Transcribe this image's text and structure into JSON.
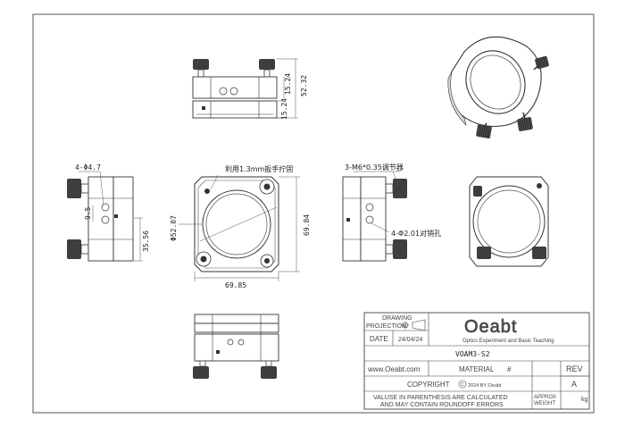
{
  "views": {
    "top": {
      "dims": [
        "15.24",
        "52.32",
        "15.24"
      ]
    },
    "side": {
      "dims": [
        "4-Φ4.7",
        "9.5",
        "35.56"
      ]
    },
    "front": {
      "dims": [
        "利用1.3mm扳手拧固",
        "Φ52.07",
        "69.84",
        "69.85"
      ]
    },
    "right": {
      "dims": [
        "3-M6*0.35调节器",
        "4-Φ2.01对销孔"
      ]
    }
  },
  "title_block": {
    "drawing_label": "DRAWING",
    "projection_label": "PROJECTION",
    "date_label": "DATE",
    "date_value": "24/04/24",
    "logo_text": "Oeabt",
    "logo_subtitle": "Optics Experiment and Basic Teaching",
    "part_number": "VOAM3-S2",
    "website": "www.Oeabt.com",
    "material_label": "MATERIAL",
    "material_value": "#",
    "rev_label": "REV",
    "rev_value": "A",
    "copyright_label": "COPYRIGHT",
    "copyright_symbol": "C",
    "copyright_value": "2024 BY Oeabt",
    "note_line1": "VALUSE IN PARENTHESIS ARE CALCULATED",
    "note_line2": "AND MAY CONTAIN ROUNDOFF ERRORS",
    "approx_label1": "APPROX",
    "approx_label2": "WEIGHT",
    "weight_unit": "kg"
  },
  "colors": {
    "line": "#333333",
    "knob": "#2b2b2b",
    "body_fill": "#ffffff",
    "iso_shade": "#d8d8d8"
  }
}
